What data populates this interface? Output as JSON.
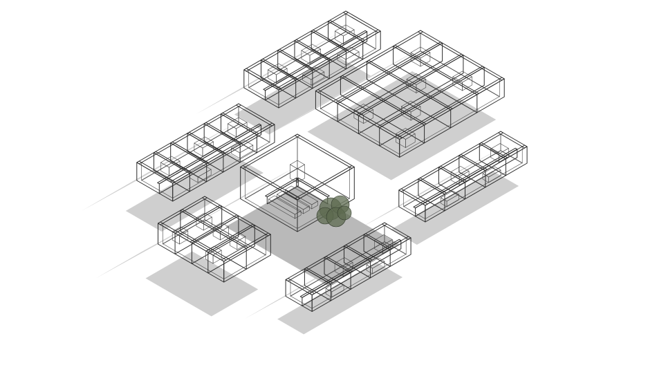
{
  "scene": {
    "background": "#ffffff",
    "shadow_color": "#cfcfcf",
    "ground_color": "#b9b9b9",
    "floor_color": "#f4f4f4",
    "wall_top_color": "#ffffff",
    "wall_left_color": "#ececec",
    "wall_right_color": "#8f8f8f",
    "tree_color": "#5d6b50"
  },
  "blocks": [
    {
      "name": "block-north-rooms",
      "kind": "room-row"
    },
    {
      "name": "block-northwest-rooms",
      "kind": "room-row"
    },
    {
      "name": "block-lab-cluster",
      "kind": "lab-grid"
    },
    {
      "name": "block-central-hall",
      "kind": "hall"
    },
    {
      "name": "block-southwest-rooms",
      "kind": "room-grid"
    },
    {
      "name": "block-south-rooms",
      "kind": "room-row"
    },
    {
      "name": "block-southeast-rooms",
      "kind": "room-row"
    }
  ]
}
